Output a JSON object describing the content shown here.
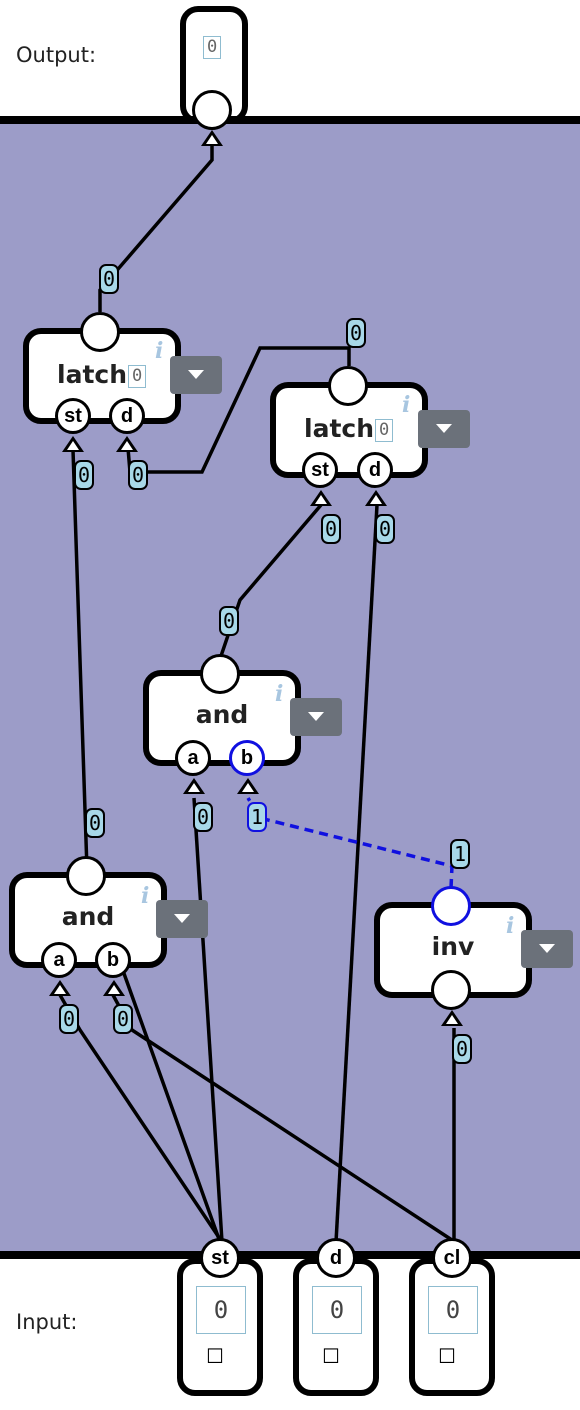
{
  "output": {
    "label": "Output:",
    "value": "0"
  },
  "input": {
    "label": "Input:",
    "pins": [
      {
        "name": "st",
        "value": "0",
        "checkbox": "☐"
      },
      {
        "name": "d",
        "value": "0",
        "checkbox": "☐"
      },
      {
        "name": "cl",
        "value": "0",
        "checkbox": "☐"
      }
    ]
  },
  "gates": {
    "latch1": {
      "label": "latch",
      "state": "0",
      "info": "i",
      "ports": [
        "st",
        "d"
      ]
    },
    "latch2": {
      "label": "latch",
      "state": "0",
      "info": "i",
      "ports": [
        "st",
        "d"
      ]
    },
    "and1": {
      "label": "and",
      "info": "i",
      "ports": [
        "a",
        "b"
      ]
    },
    "and2": {
      "label": "and",
      "info": "i",
      "ports": [
        "a",
        "b"
      ]
    },
    "inv": {
      "label": "inv",
      "info": "i"
    }
  },
  "wire_values": {
    "out_from_latch1": "0",
    "latch2_out": "0",
    "latch1_st": "0",
    "latch1_d": "0",
    "latch2_st": "0",
    "latch2_d": "0",
    "and1_out": "0",
    "and1_a": "0",
    "and1_b": "1",
    "inv_out_to_and1b": "1",
    "and2_out": "0",
    "and2_a": "0",
    "and2_b": "0",
    "inv_in": "0"
  },
  "colors": {
    "canvas": "#9c9cc8",
    "active_wire": "#1010e0",
    "wire_label_bg": "#a8d8e8",
    "dropdown": "#6b717a"
  }
}
